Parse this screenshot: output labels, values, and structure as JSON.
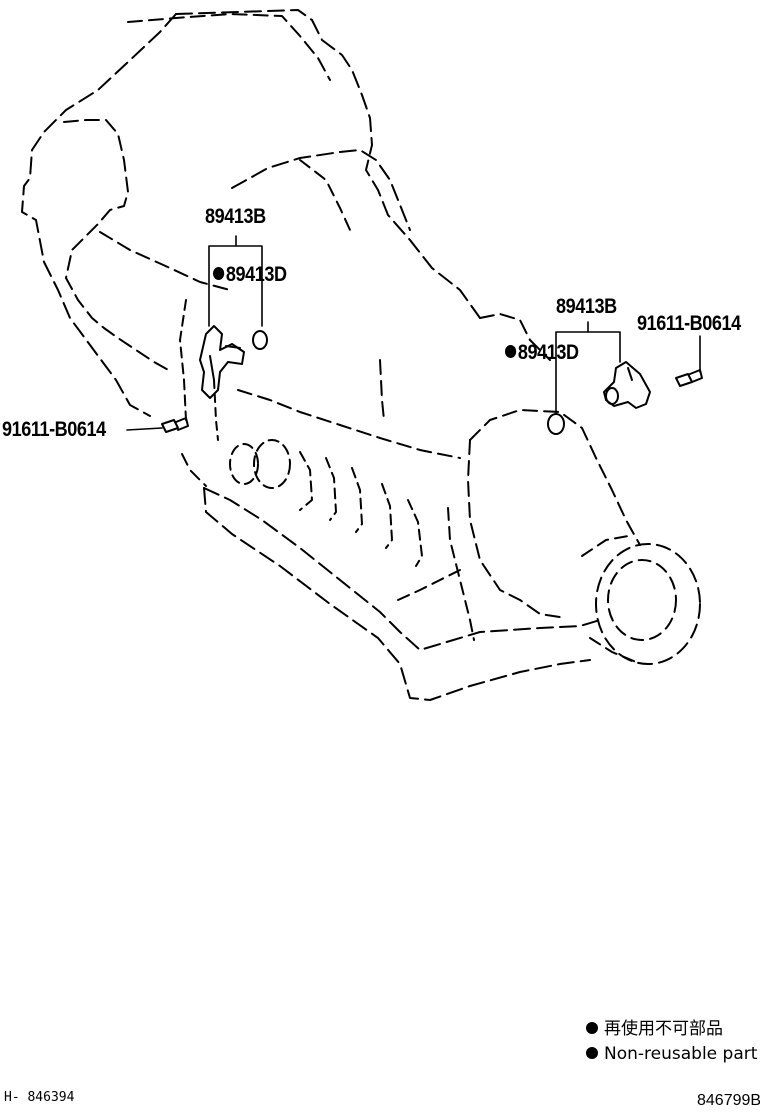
{
  "labels": {
    "left_sensor_part": "89413B",
    "left_oring_part": "89413D",
    "left_bolt_part": "91611-B0614",
    "right_sensor_part": "89413B",
    "right_oring_part": "89413D",
    "right_bolt_part": "91611-B0614"
  },
  "legend": {
    "japanese": "再使用不可部品",
    "english": "Non-reusable part"
  },
  "codes": {
    "bottom_left": "H- 846394",
    "bottom_right": "846799B"
  }
}
